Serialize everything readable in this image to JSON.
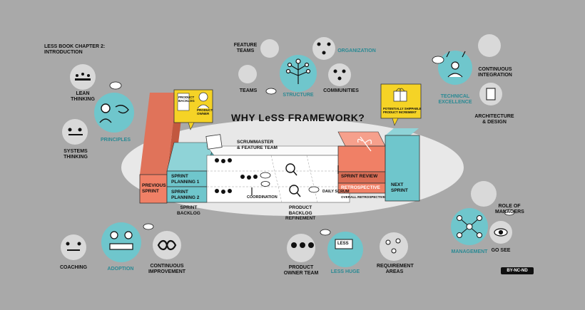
{
  "header": {
    "title": "WHY LeSS FRAMEWORK?"
  },
  "book": {
    "line1": "LeSS BOOK CHAPTER 2:",
    "line2": "INTRODUCTION"
  },
  "left_topics": {
    "lean": [
      "LEAN",
      "THINKING"
    ],
    "principles": "PRINCIPLES",
    "systems": [
      "SYSTEMS",
      "THINKING"
    ]
  },
  "structure_topics": {
    "feature_teams": [
      "FEATURE",
      "TEAMS"
    ],
    "teams": "TEAMS",
    "structure": "STRUCTURE",
    "organization": "ORGANIZATION",
    "communities": "COMMUNITIES"
  },
  "technical_topics": {
    "technical_excellence": [
      "TECHNICAL",
      "EXCELLENCE"
    ],
    "continuous_integration": [
      "CONTINUOUS",
      "INTEGRATION"
    ],
    "architecture": [
      "ARCHITECTURE",
      "& DESIGN"
    ]
  },
  "notes": {
    "backlog_note": [
      "PRODUCT",
      "BACKLOG"
    ],
    "owner": [
      "PRODUCT",
      "OWNER"
    ],
    "increment": [
      "POTENTIALLY SHIPPABLE",
      "PRODUCT INCREMENT"
    ]
  },
  "framework": {
    "previous_sprint": [
      "PREVIOUS",
      "SPRINT"
    ],
    "sprint_planning_1": [
      "SPRINT",
      "PLANNING 1"
    ],
    "sprint_planning_2": [
      "SPRINT",
      "PLANNING 2"
    ],
    "scrummaster": [
      "SCRUMMASTER",
      "& FEATURE TEAM"
    ],
    "sprint_backlog": [
      "SPRINT",
      "BACKLOG"
    ],
    "coordination": "COORDINATION",
    "daily_scrum": "DAILY SCRUM",
    "refinement": [
      "PRODUCT",
      "BACKLOG",
      "REFINEMENT"
    ],
    "sprint_review": "SPRINT REVIEW",
    "retrospective": "RETROSPECTIVE",
    "overall_retrospective": "OVERALL RETROSPECTIVE",
    "next_sprint": [
      "NEXT",
      "SPRINT"
    ]
  },
  "bottom_left": {
    "coaching": "COACHING",
    "adoption": "ADOPTION",
    "continuous_improvement": [
      "CONTINUOUS",
      "IMPROVEMENT"
    ]
  },
  "bottom_center": {
    "po_team": [
      "PRODUCT",
      "OWNER TEAM"
    ],
    "less_huge": "LeSS HUGE",
    "less_huge_sign": "LeSS",
    "requirement_areas": [
      "REQUIREMENT",
      "AREAS"
    ]
  },
  "bottom_right": {
    "role_of_managers": [
      "ROLE OF",
      "MANAGERS"
    ],
    "management": "MANAGEMENT",
    "go_see": "GO SEE"
  },
  "license": "BY-NC-ND",
  "colors": {
    "background": "#a9a9a9",
    "ellipse": "#e8e8e8",
    "teal": "#6fc6cc",
    "teal_text": "#2b8a94",
    "salmon": "#f08066",
    "salmon_dark": "#d96d55",
    "yellow_note": "#f5d326",
    "dark": "#111111"
  }
}
